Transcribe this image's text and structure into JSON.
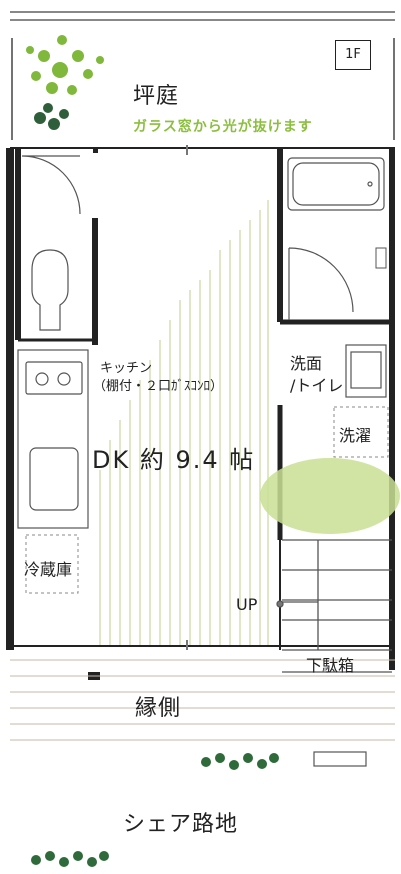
{
  "floor_badge": "1F",
  "garden": {
    "title": "坪庭",
    "note": "ガラス窓から光が抜けます"
  },
  "kitchen": {
    "label_line1": "キッチン",
    "label_line2": "（棚付・２口ｶﾞｽｺﾝﾛ）"
  },
  "dk": {
    "label": "DK 約 9.4 帖"
  },
  "washroom": {
    "label_line1": "洗面",
    "label_line2": "/トイレ"
  },
  "laundry": {
    "label": "洗濯"
  },
  "fridge": {
    "label": "冷蔵庫"
  },
  "stairs": {
    "label": "UP"
  },
  "shoe_box": {
    "label": "下駄箱"
  },
  "porch": {
    "label": "縁側"
  },
  "alley": {
    "label": "シェア路地"
  },
  "colors": {
    "green": "#8cbf3f",
    "wall": "#222222",
    "light_green": "#c9df94"
  }
}
